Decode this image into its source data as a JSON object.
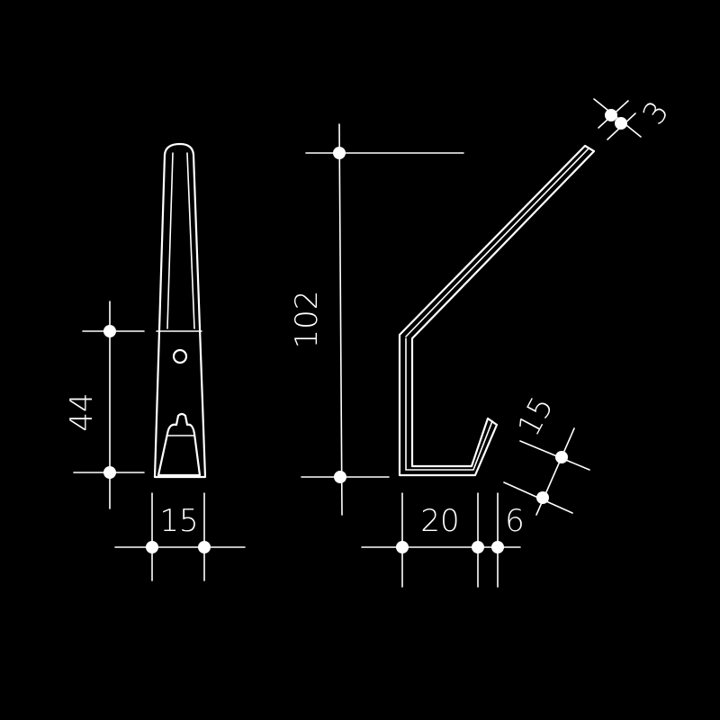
{
  "diagram": {
    "front_view": {
      "width_label": "15",
      "hole_height_label": "44"
    },
    "side_view": {
      "height_label": "102",
      "depth_label": "20",
      "lip_label": "6",
      "angle_label": "15",
      "thickness_label": "3"
    },
    "colors": {
      "background": "#000000",
      "line": "#ffffff"
    }
  }
}
